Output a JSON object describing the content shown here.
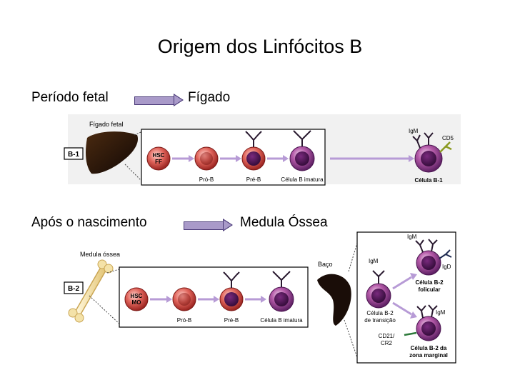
{
  "title": "Origem dos Linfócitos B",
  "row1": {
    "left_text": "Período fetal",
    "right_text": "Fígado",
    "panel": {
      "tag": "B-1",
      "organ_label": "Fígado fetal",
      "hsc": [
        "HSC",
        "FF"
      ],
      "cells": [
        "Pró-B",
        "Pré-B",
        "Célula B imatura"
      ],
      "igm": "IgM",
      "cd5": "CD5",
      "final_cell": "Célula B-1"
    }
  },
  "row2": {
    "left_text": "Após o nascimento",
    "right_text": "Medula Óssea",
    "panel": {
      "tag": "B-2",
      "organ_label": "Medula óssea",
      "hsc": [
        "HSC",
        "MO"
      ],
      "cells": [
        "Pró-B",
        "Pré-B",
        "Célula B imatura"
      ],
      "spleen_label": "Baço",
      "igm_transition": "IgM",
      "transition_cell": [
        "Célula B-2",
        "de transição"
      ],
      "igm_follicular": "IgM",
      "igd": "IgD",
      "follicular_cell": [
        "Célula B-2",
        "folicular"
      ],
      "igm_marginal": "IgM",
      "cd21": [
        "CD21/",
        "CR2"
      ],
      "marginal_cell": [
        "Célula B-2 da",
        "zona marginal"
      ]
    }
  }
}
